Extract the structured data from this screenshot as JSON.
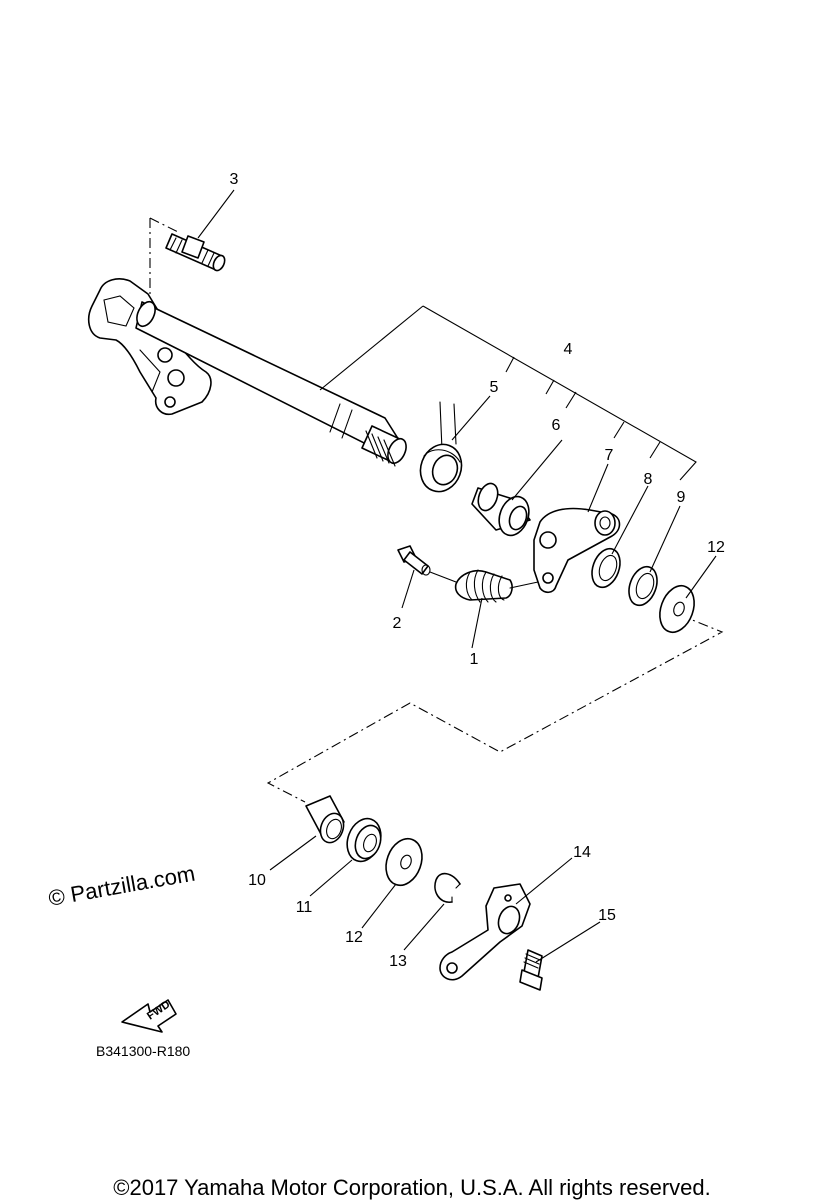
{
  "diagram": {
    "callouts": [
      {
        "id": "c1",
        "label": "1"
      },
      {
        "id": "c2",
        "label": "2"
      },
      {
        "id": "c3",
        "label": "3"
      },
      {
        "id": "c4",
        "label": "4"
      },
      {
        "id": "c5",
        "label": "5"
      },
      {
        "id": "c6",
        "label": "6"
      },
      {
        "id": "c7",
        "label": "7"
      },
      {
        "id": "c8",
        "label": "8"
      },
      {
        "id": "c9",
        "label": "9"
      },
      {
        "id": "c10",
        "label": "10"
      },
      {
        "id": "c11",
        "label": "11"
      },
      {
        "id": "c12a",
        "label": "12"
      },
      {
        "id": "c12b",
        "label": "12"
      },
      {
        "id": "c13",
        "label": "13"
      },
      {
        "id": "c14",
        "label": "14"
      },
      {
        "id": "c15",
        "label": "15"
      }
    ],
    "watermark": "© Partzilla.com",
    "diagram_code": "B341300-R180",
    "fwd_label": "FWD"
  },
  "footer": {
    "copyright": "©2017 Yamaha Motor Corporation, U.S.A. All rights reserved."
  }
}
